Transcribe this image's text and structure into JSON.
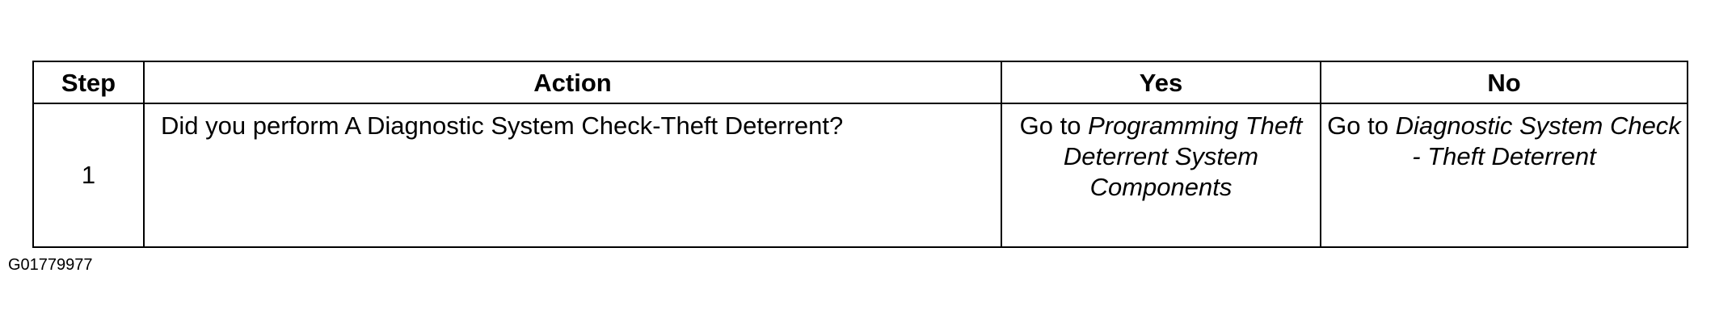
{
  "table": {
    "headers": {
      "step": "Step",
      "action": "Action",
      "yes": "Yes",
      "no": "No"
    },
    "rows": [
      {
        "step": "1",
        "action": "Did you perform A Diagnostic System Check-Theft Deterrent?",
        "yes": {
          "prefix": "Go to",
          "link": "Programming Theft Deterrent System Components"
        },
        "no": {
          "prefix": "Go to",
          "link": "Diagnostic System Check - Theft Deterrent"
        }
      }
    ]
  },
  "figure_id": "G01779977"
}
